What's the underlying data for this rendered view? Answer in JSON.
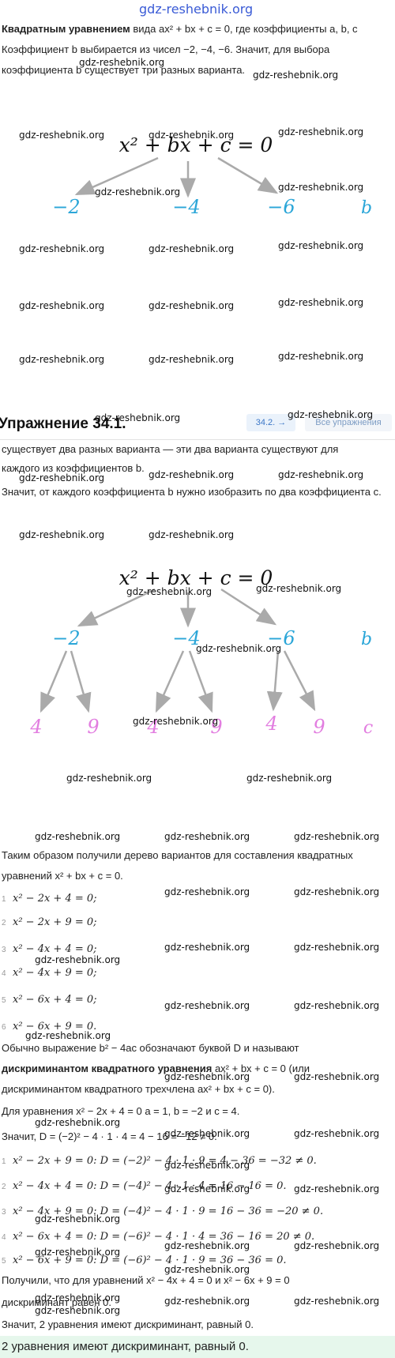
{
  "watermark": "gdz-reshebnik.org",
  "intro": {
    "line1_bold": "Квадратным уравнением",
    "line1_rest": " вида ax² + bx + c = 0, где коэффициенты a, b, c",
    "line2": "Коэффициент b выбирается из чисел −2, −4, −6. Значит, для выбора",
    "line3": "коэффициента b существует три разных варианта."
  },
  "tree1": {
    "equation": "x² + bx + c = 0",
    "nodes": [
      "−2",
      "−4",
      "−6"
    ],
    "label": "b"
  },
  "section": {
    "title": "Упражнение 34.1.",
    "nav_next": "34.2. →",
    "nav_all": "Все упражнения"
  },
  "mid_text": {
    "line1": "существует два разных варианта — эти два варианта существуют для",
    "line2": "каждого из коэффициентов b.",
    "line3": "Значит, от каждого коэффициента b нужно изобразить по два коэффициента c."
  },
  "tree2": {
    "equation": "x² + bx + c = 0",
    "b_nodes": [
      "−2",
      "−4",
      "−6"
    ],
    "b_label": "b",
    "c_nodes": [
      "4",
      "9",
      "4",
      "9",
      "4",
      "9"
    ],
    "c_label": "c"
  },
  "tree_text": {
    "line1": "Таким образом получили дерево вариантов для составления квадратных",
    "line2": "уравнений x² + bx + c = 0."
  },
  "equations": [
    {
      "n": "1",
      "text": "x² − 2x + 4 = 0;"
    },
    {
      "n": "2",
      "text": "x² − 2x + 9 = 0;"
    },
    {
      "n": "3",
      "text": "x² − 4x + 4 = 0;"
    },
    {
      "n": "4",
      "text": "x² − 4x + 9 = 0;"
    },
    {
      "n": "5",
      "text": "x² − 6x + 4 = 0;"
    },
    {
      "n": "6",
      "text": "x² − 6x + 9 = 0."
    }
  ],
  "disc_text": {
    "line1": "Обычно выражение b² − 4ac обозначают буквой D и называют",
    "line2_bold": "дискриминантом квадратного уравнения",
    "line2_rest": " ax² + bx + c = 0 (или",
    "line3": "дискриминантом квадратного трехчлена ax² + bx + c = 0).",
    "line4": "Для уравнения x² − 2x + 4 = 0 a = 1, b = −2 и c = 4.",
    "line5": "Значит, D = (−2)² − 4 · 1 · 4 = 4 − 16 = −12 ≠ 0."
  },
  "disc_list": [
    {
      "n": "1",
      "text": "x² − 2x + 9 = 0: D = (−2)² − 4 · 1 · 9 = 4 − 36 = −32 ≠ 0."
    },
    {
      "n": "2",
      "text": "x² − 4x + 4 = 0: D = (−4)² − 4 · 1 · 4 = 16 − 16 = 0."
    },
    {
      "n": "3",
      "text": "x² − 4x + 9 = 0: D = (−4)² − 4 · 1 · 9 = 16 − 36 = −20 ≠ 0."
    },
    {
      "n": "4",
      "text": "x² − 6x + 4 = 0: D = (−6)² − 4 · 1 · 4 = 36 − 16 = 20 ≠ 0."
    },
    {
      "n": "5",
      "text": "x² − 6x + 9 = 0: D = (−6)² − 4 · 1 · 9 = 36 − 36 = 0."
    }
  ],
  "conclusion": {
    "line1": "Получили, что для уравнений x² − 4x + 4 = 0 и x² − 6x + 9 = 0",
    "line2": "дискриминант равен 0.",
    "line3": "Значит, 2 уравнения имеют дискриминант, равный 0.",
    "result": "2 уравнения имеют дискриминант, равный 0."
  },
  "colors": {
    "b_color": "#2ba6d8",
    "c_color": "#e27ee0",
    "arrow": "#aaaaaa",
    "result_bg": "#e6f7ec"
  }
}
